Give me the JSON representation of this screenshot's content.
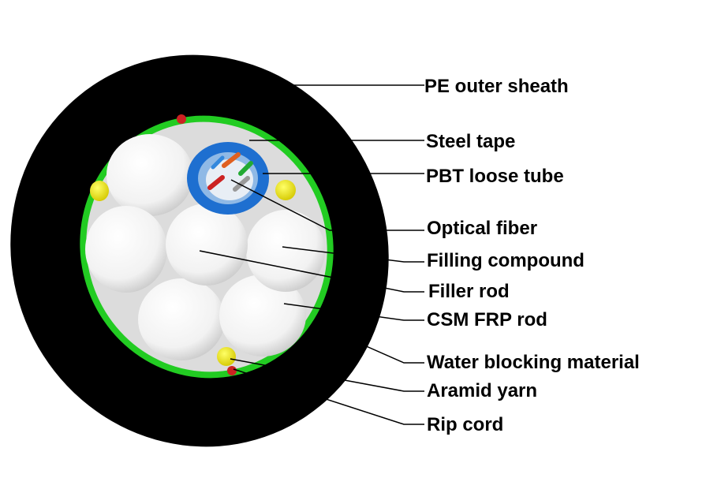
{
  "diagram": {
    "labels": [
      "PE outer sheath",
      "Steel tape",
      "PBT loose tube",
      "Optical fiber",
      "Filling compound",
      "Filler rod",
      "CSM FRP rod",
      "Water blocking material",
      "Aramid yarn",
      "Rip cord"
    ]
  },
  "colors": {
    "sheath": "#000000",
    "steel_tape": "#22cc22",
    "loose_tube": "#1e6fd0",
    "filler_rod": "#ffffff",
    "yarn": "#ffee00",
    "rip_cord": "#cc2222",
    "fiber_orange": "#e06020",
    "fiber_green": "#22aa33",
    "fiber_red": "#cc2222",
    "fiber_blue": "#3388dd"
  }
}
